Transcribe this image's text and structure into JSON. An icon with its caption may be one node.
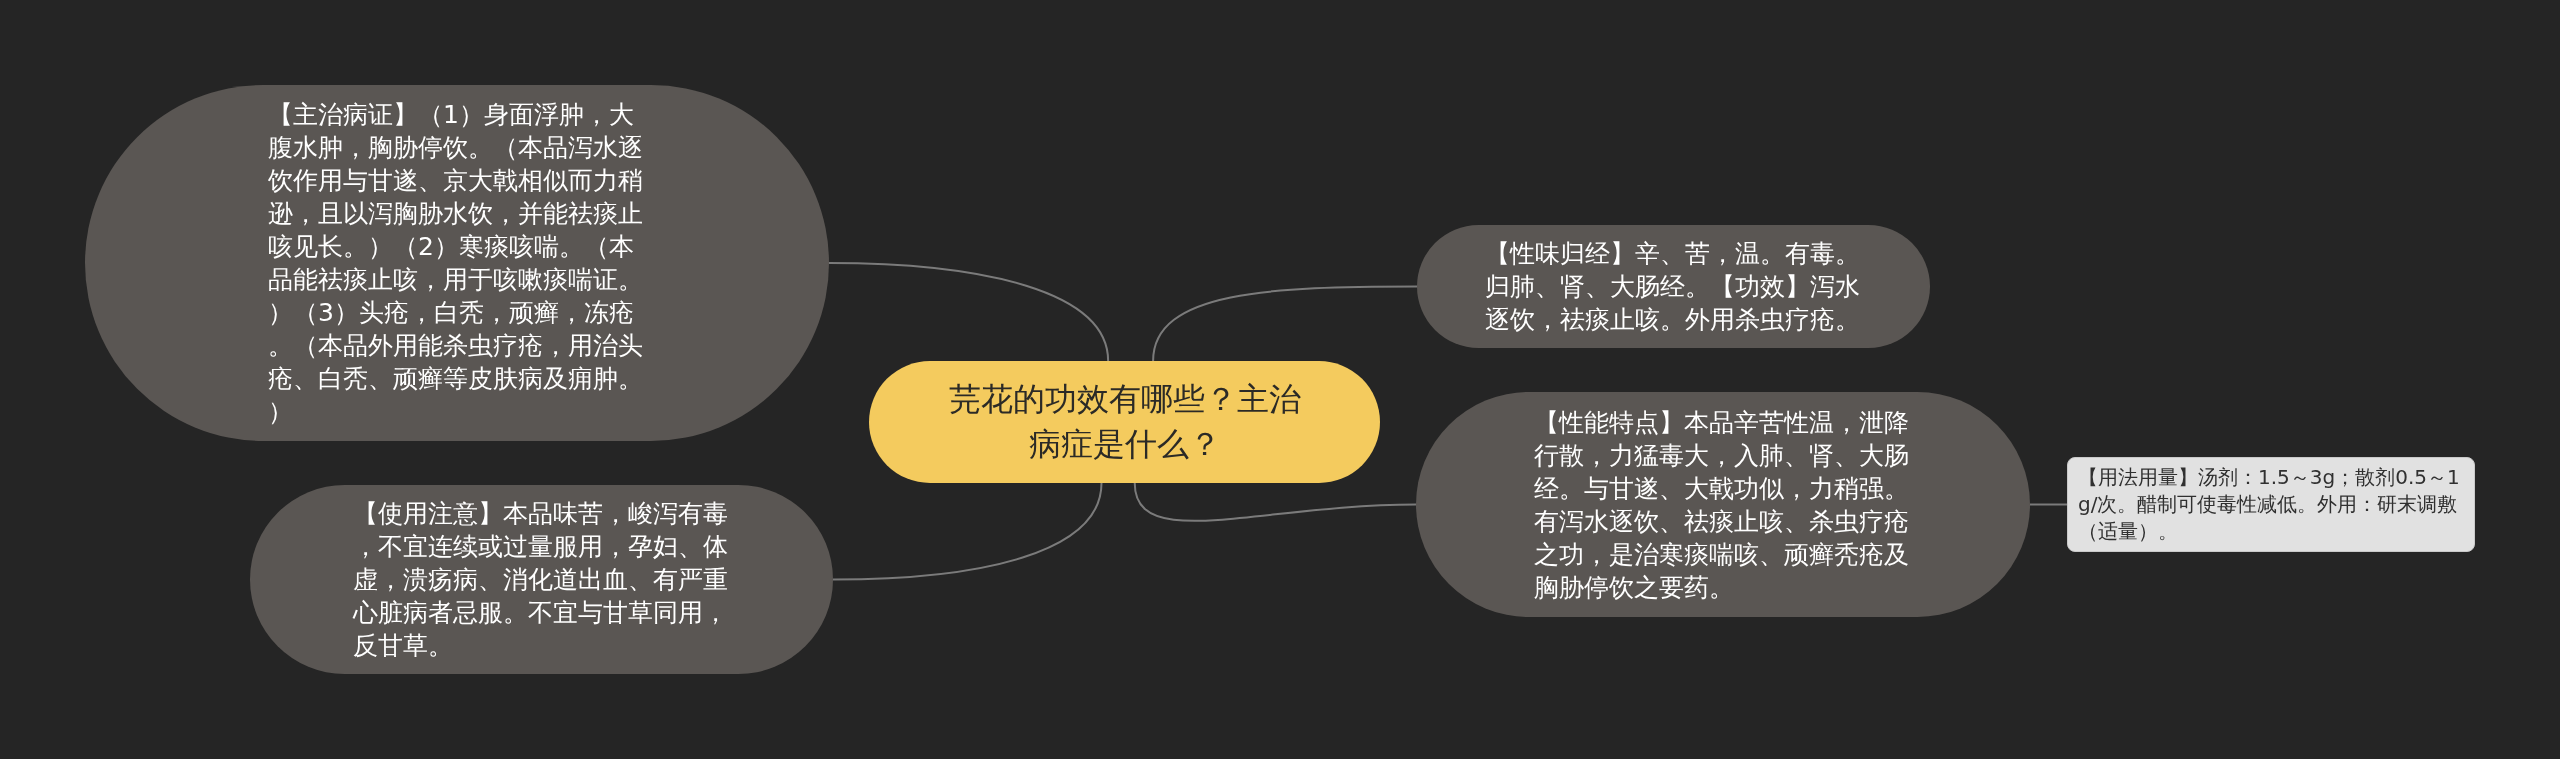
{
  "diagram": {
    "nodes": [
      {
        "text": [
          "芫花的功效有哪些？主治病症是什么？"
        ]
      },
      {
        "text": [
          "【主治病证】（1）身面浮肿，大腹水肿，胸胁停饮。（本品泻水逐饮作用与甘遂、京大戟相似而力稍逊，且以泻胸胁水饮，并能祛痰止咳见长。）（2）寒痰咳喘。（本品能祛痰止咳，用于咳嗽痰喘证。）（3）头疮，白秃，顽癣，冻疮。（本品外用能杀虫疗疮，用治头疮、白秃、顽癣等皮肤病及痈肿。）"
        ]
      },
      {
        "text": [
          "【使用注意】本品味苦，峻泻有毒，不宜连续或过量服用，孕妇、体虚，溃疡病、消化道出血、有严重心脏病者忌服。不宜与甘草同用，反甘草。"
        ]
      },
      {
        "text": [
          "【性味归经】辛、苦，温。有毒。归肺、肾、大肠经。【功效】泻水逐饮，祛痰止咳。外用杀虫疗疮。"
        ]
      },
      {
        "text": [
          "【性能特点】本品辛苦性温，泄降行散，力猛毒大，入肺、肾、大肠经。与甘遂、大戟功似，力稍强。有泻水逐饮、祛痰止咳、杀虫疗疮之功，是治寒痰喘咳、顽癣秃疮及胸胁停饮之要药。"
        ]
      },
      {
        "text": [
          "【用法用量】汤剂：1.5～3g；散剂0.5～1g/次。醋制可使毒性减低。外用：研末调敷（适量）。"
        ]
      }
    ],
    "edges": [
      {
        "from": 0,
        "to": 1,
        "arrow": "none"
      },
      {
        "from": 0,
        "to": 2,
        "arrow": "none"
      },
      {
        "from": 0,
        "to": 3,
        "arrow": "none"
      },
      {
        "from": 0,
        "to": 4,
        "arrow": "none"
      },
      {
        "from": 4,
        "to": 5,
        "arrow": "none"
      }
    ]
  }
}
